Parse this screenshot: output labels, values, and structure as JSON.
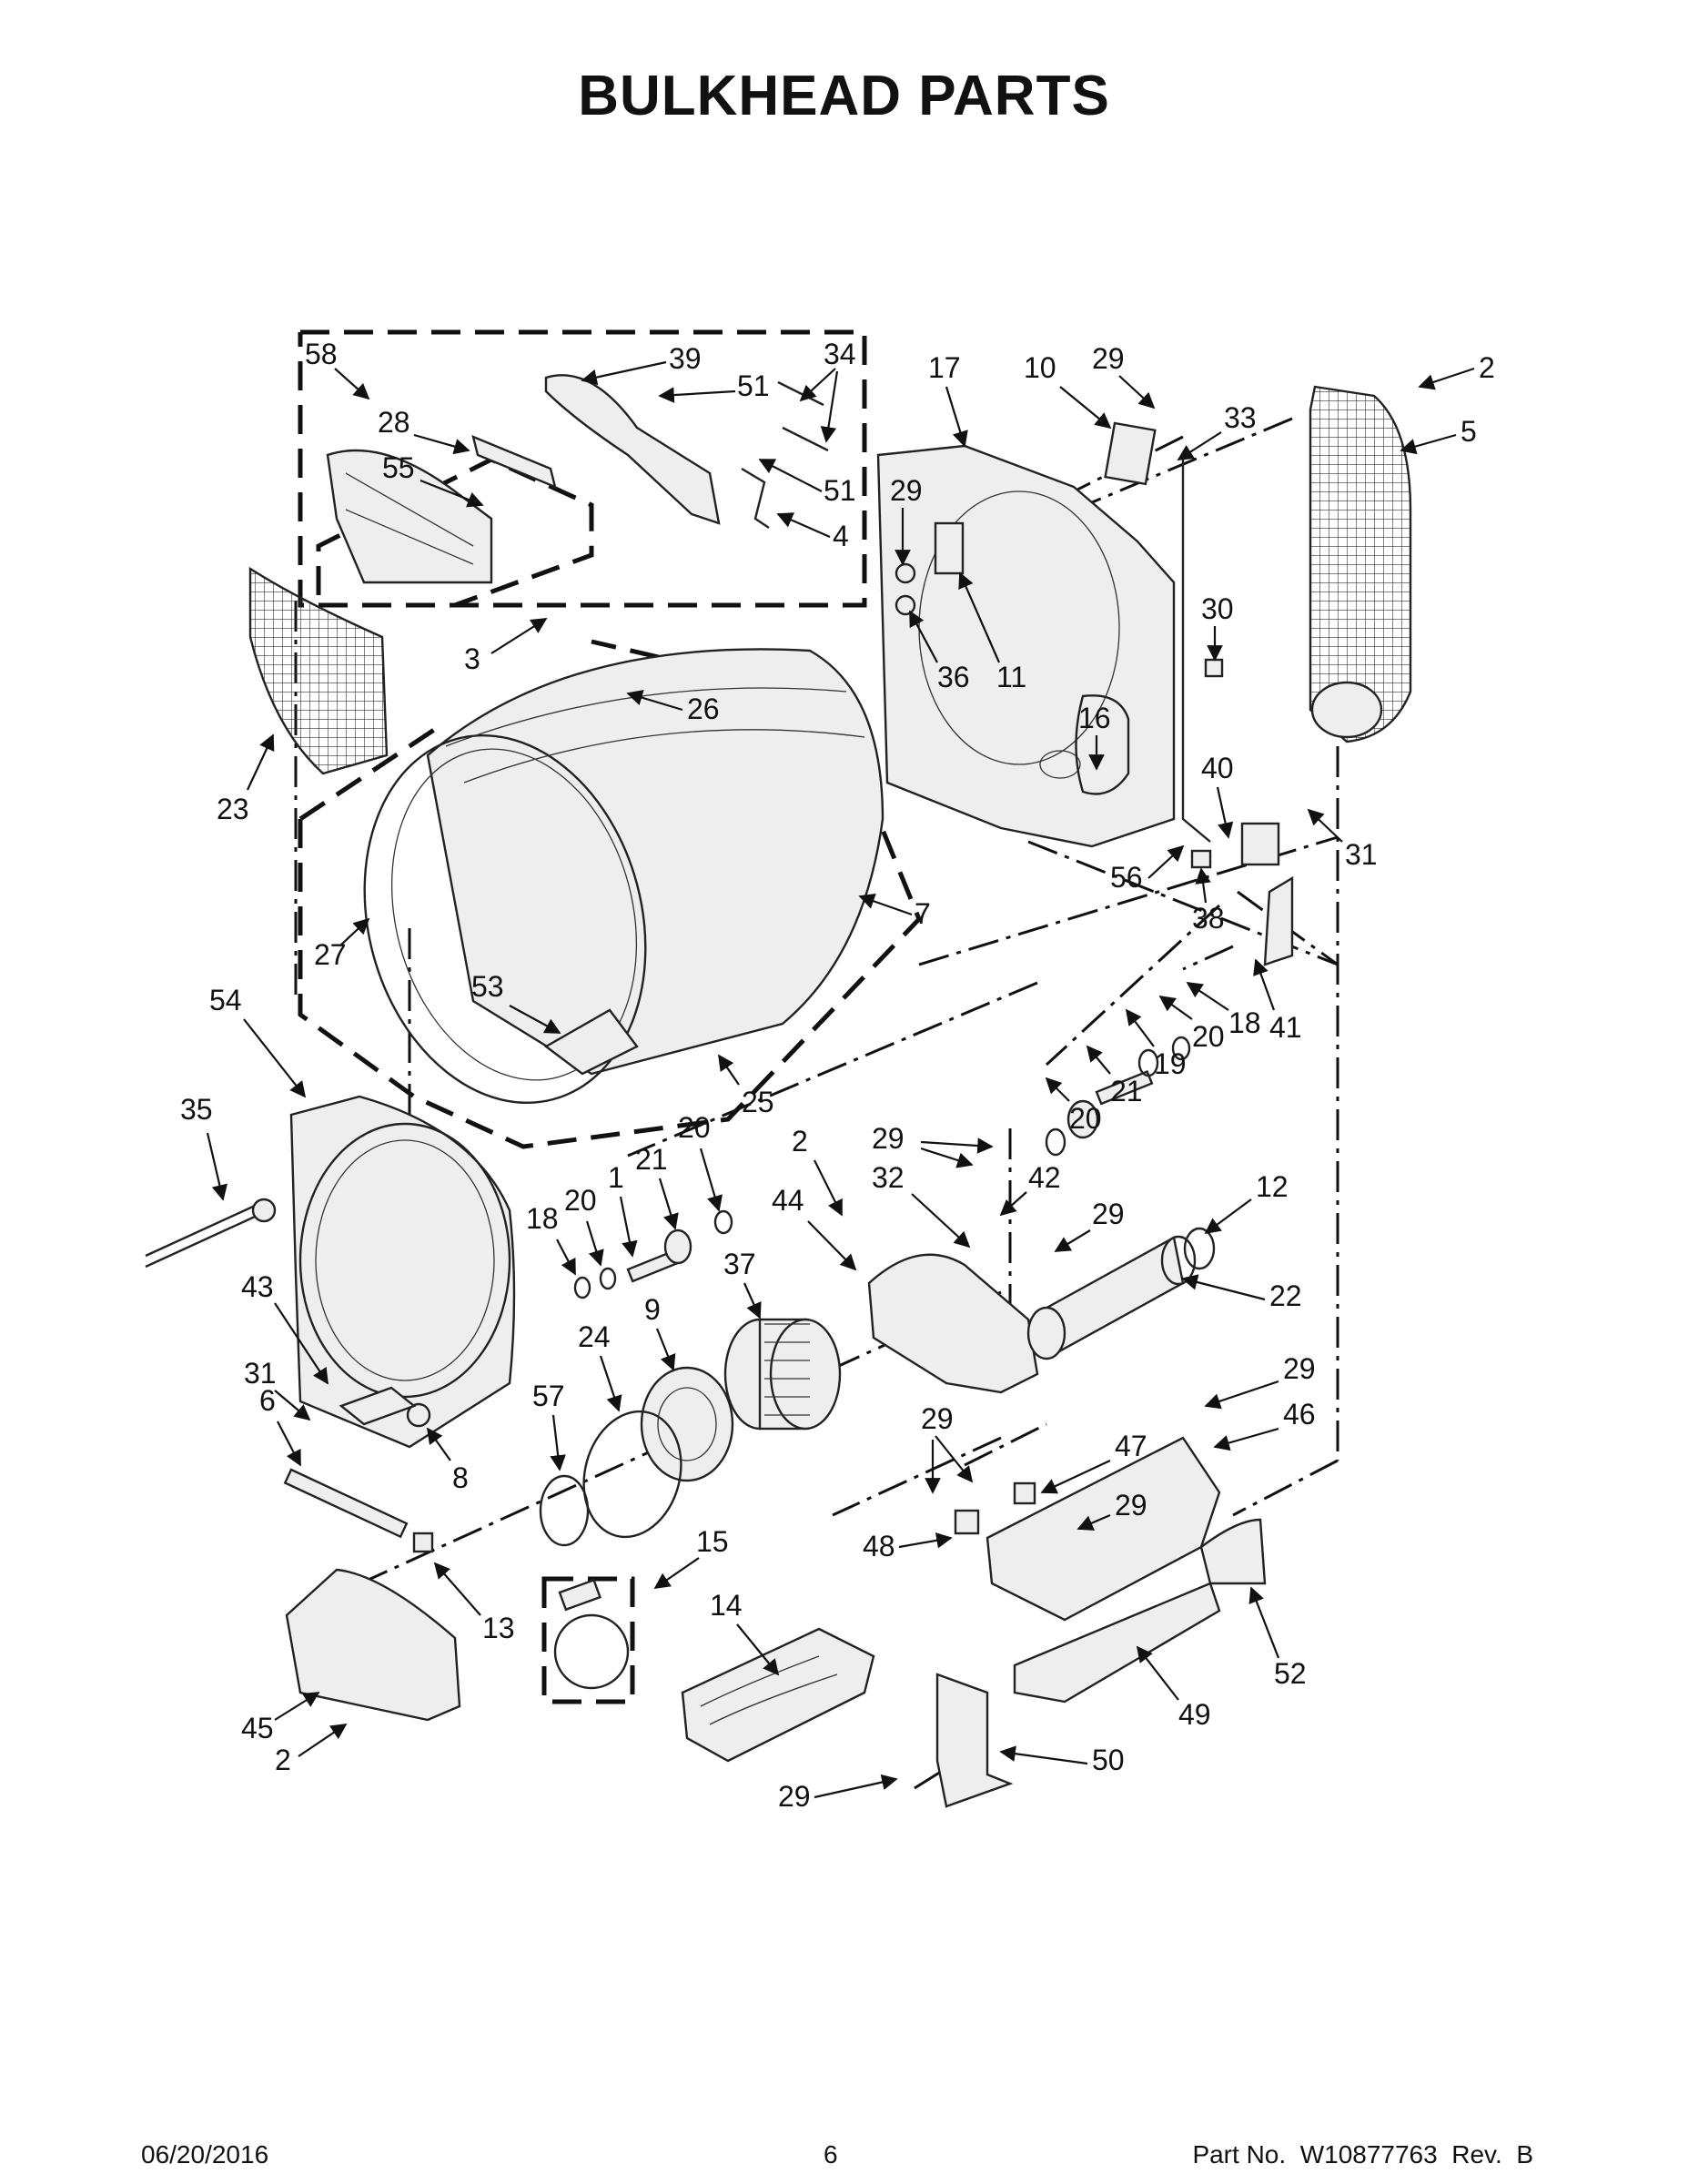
{
  "page": {
    "title": "BULKHEAD PARTS",
    "footer": {
      "date": "06/20/2016",
      "page_number": "6",
      "part_number": "Part No.  W10877763  Rev.  B"
    }
  },
  "callouts": [
    {
      "id": "c58",
      "label": "58"
    },
    {
      "id": "c39",
      "label": "39"
    },
    {
      "id": "c34",
      "label": "34"
    },
    {
      "id": "c28",
      "label": "28"
    },
    {
      "id": "c51a",
      "label": "51"
    },
    {
      "id": "c55",
      "label": "55"
    },
    {
      "id": "c51b",
      "label": "51"
    },
    {
      "id": "c4",
      "label": "4"
    },
    {
      "id": "c3",
      "label": "3"
    },
    {
      "id": "c17",
      "label": "17"
    },
    {
      "id": "c10",
      "label": "10"
    },
    {
      "id": "c29a",
      "label": "29"
    },
    {
      "id": "c2a",
      "label": "2"
    },
    {
      "id": "c33",
      "label": "33"
    },
    {
      "id": "c5",
      "label": "5"
    },
    {
      "id": "c29b",
      "label": "29"
    },
    {
      "id": "c36",
      "label": "36"
    },
    {
      "id": "c11",
      "label": "11"
    },
    {
      "id": "c30",
      "label": "30"
    },
    {
      "id": "c16",
      "label": "16"
    },
    {
      "id": "c23",
      "label": "23"
    },
    {
      "id": "c26",
      "label": "26"
    },
    {
      "id": "c40",
      "label": "40"
    },
    {
      "id": "c31a",
      "label": "31"
    },
    {
      "id": "c56",
      "label": "56"
    },
    {
      "id": "c38",
      "label": "38"
    },
    {
      "id": "c27",
      "label": "27"
    },
    {
      "id": "c7",
      "label": "7"
    },
    {
      "id": "c54",
      "label": "54"
    },
    {
      "id": "c53",
      "label": "53"
    },
    {
      "id": "c41",
      "label": "41"
    },
    {
      "id": "c18a",
      "label": "18"
    },
    {
      "id": "c20a",
      "label": "20"
    },
    {
      "id": "c19",
      "label": "19"
    },
    {
      "id": "c21a",
      "label": "21"
    },
    {
      "id": "c20b",
      "label": "20"
    },
    {
      "id": "c35",
      "label": "35"
    },
    {
      "id": "c25",
      "label": "25"
    },
    {
      "id": "c2b",
      "label": "2"
    },
    {
      "id": "c29c",
      "label": "29"
    },
    {
      "id": "c20c",
      "label": "20"
    },
    {
      "id": "c21b",
      "label": "21"
    },
    {
      "id": "c32",
      "label": "32"
    },
    {
      "id": "c42",
      "label": "42"
    },
    {
      "id": "c18b",
      "label": "18"
    },
    {
      "id": "c20d",
      "label": "20"
    },
    {
      "id": "c1",
      "label": "1"
    },
    {
      "id": "c44",
      "label": "44"
    },
    {
      "id": "c12",
      "label": "12"
    },
    {
      "id": "c37",
      "label": "37"
    },
    {
      "id": "c29d",
      "label": "29"
    },
    {
      "id": "c22",
      "label": "22"
    },
    {
      "id": "c43",
      "label": "43"
    },
    {
      "id": "c9",
      "label": "9"
    },
    {
      "id": "c24",
      "label": "24"
    },
    {
      "id": "c31b",
      "label": "31"
    },
    {
      "id": "c29e",
      "label": "29"
    },
    {
      "id": "c46",
      "label": "46"
    },
    {
      "id": "c6",
      "label": "6"
    },
    {
      "id": "c57",
      "label": "57"
    },
    {
      "id": "c8",
      "label": "8"
    },
    {
      "id": "c29f",
      "label": "29"
    },
    {
      "id": "c47",
      "label": "47"
    },
    {
      "id": "c29g",
      "label": "29"
    },
    {
      "id": "c48",
      "label": "48"
    },
    {
      "id": "c15",
      "label": "15"
    },
    {
      "id": "c13",
      "label": "13"
    },
    {
      "id": "c14",
      "label": "14"
    },
    {
      "id": "c52",
      "label": "52"
    },
    {
      "id": "c49",
      "label": "49"
    },
    {
      "id": "c45",
      "label": "45"
    },
    {
      "id": "c50",
      "label": "50"
    },
    {
      "id": "c2c",
      "label": "2"
    },
    {
      "id": "c29h",
      "label": "29"
    }
  ]
}
